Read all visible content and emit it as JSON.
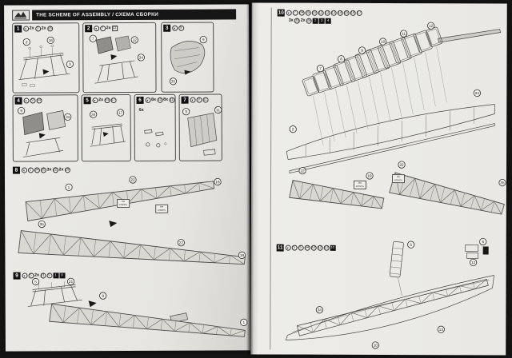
{
  "header": {
    "title": "THE SCHEME OF ASSEMBLY / СХЕМА СБОРКИ"
  },
  "note": {
    "line1": "Не",
    "line2": "клеить"
  },
  "steps": {
    "s1": {
      "num": "1",
      "icons": [
        {
          "k": "g"
        },
        {
          "k": "x",
          "v": "2x"
        },
        {
          "k": "c",
          "v": "3"
        },
        {
          "k": "x",
          "v": "2x"
        },
        {
          "k": "c",
          "v": "16"
        }
      ],
      "callouts": [
        "2",
        "16",
        "3"
      ]
    },
    "s2": {
      "num": "2",
      "icons": [
        {
          "k": "g"
        },
        {
          "k": "c",
          "v": "7"
        },
        {
          "k": "x",
          "v": "2x"
        },
        {
          "k": "s",
          "v": "12"
        }
      ],
      "callouts": [
        "7",
        "12",
        "34"
      ]
    },
    "s3": {
      "num": "3",
      "icons": [
        {
          "k": "g"
        },
        {
          "k": "c",
          "v": "9"
        }
      ],
      "callouts": [
        "9",
        "35"
      ]
    },
    "s4": {
      "num": "4",
      "icons": [
        {
          "k": "g"
        },
        {
          "k": "c",
          "v": "9"
        },
        {
          "k": "c",
          "v": "34"
        }
      ],
      "callouts": [
        "9",
        "34"
      ]
    },
    "s5": {
      "num": "5",
      "icons": [
        {
          "k": "g"
        },
        {
          "k": "x",
          "v": "2x"
        },
        {
          "k": "c",
          "v": "34"
        },
        {
          "k": "c",
          "v": "17"
        }
      ],
      "callouts": [
        "34",
        "17"
      ]
    },
    "s6": {
      "num": "6",
      "icons": [
        {
          "k": "g"
        },
        {
          "k": "x",
          "v": "8x"
        },
        {
          "k": "c",
          "v": "10"
        },
        {
          "k": "x",
          "v": "8x"
        },
        {
          "k": "c",
          "v": "11"
        }
      ],
      "label": "6x"
    },
    "s7": {
      "num": "7",
      "icons": [
        {
          "k": "g"
        },
        {
          "k": "c",
          "v": "9"
        },
        {
          "k": "c",
          "v": "11"
        }
      ],
      "callouts": [
        "9",
        "11"
      ]
    },
    "s8": {
      "num": "8",
      "icons": [
        {
          "k": "g"
        },
        {
          "k": "c",
          "v": "1"
        },
        {
          "k": "c",
          "v": "34"
        },
        {
          "k": "c",
          "v": "35"
        },
        {
          "k": "x",
          "v": "3x"
        },
        {
          "k": "c",
          "v": "22"
        },
        {
          "k": "x",
          "v": "2x"
        },
        {
          "k": "c",
          "v": "19"
        }
      ],
      "calloutsU": [
        "1",
        "22",
        "19"
      ],
      "calloutsL": [
        "35",
        "22",
        "19"
      ]
    },
    "s9": {
      "num": "9",
      "icons": [
        {
          "k": "g"
        },
        {
          "k": "c",
          "v": "5"
        },
        {
          "k": "x",
          "v": "2x"
        },
        {
          "k": "c",
          "v": "21"
        },
        {
          "k": "c",
          "v": "9"
        },
        {
          "k": "b",
          "v": "1"
        },
        {
          "k": "b",
          "v": "8"
        }
      ],
      "callouts": [
        "5",
        "21",
        "9",
        "1"
      ]
    },
    "s10": {
      "num": "10",
      "icons1": [
        {
          "k": "g"
        },
        {
          "k": "c",
          "v": "7"
        },
        {
          "k": "c",
          "v": "34"
        },
        {
          "k": "c",
          "v": "35"
        },
        {
          "k": "c",
          "v": "10"
        },
        {
          "k": "c",
          "v": "11"
        },
        {
          "k": "c",
          "v": "12"
        },
        {
          "k": "c",
          "v": "13"
        },
        {
          "k": "c",
          "v": "14"
        },
        {
          "k": "c",
          "v": "15"
        },
        {
          "k": "c",
          "v": "16"
        },
        {
          "k": "c",
          "v": "17"
        }
      ],
      "icons2": [
        {
          "k": "x",
          "v": "3x"
        },
        {
          "k": "c",
          "v": "30"
        },
        {
          "k": "x",
          "v": "2x"
        },
        {
          "k": "c",
          "v": "28"
        },
        {
          "k": "b",
          "v": "2"
        },
        {
          "k": "b",
          "v": "3"
        },
        {
          "k": "b",
          "v": "4"
        }
      ],
      "frameCallouts": [
        "7",
        "8",
        "9",
        "10",
        "11",
        "12"
      ],
      "hullCallouts": [
        "2",
        "34"
      ],
      "wingCallouts": [
        "22",
        "19",
        "22",
        "35"
      ]
    },
    "s11": {
      "num": "11",
      "icons": [
        {
          "k": "g"
        },
        {
          "k": "c",
          "v": "5"
        },
        {
          "k": "c",
          "v": "6"
        },
        {
          "k": "c",
          "v": "34"
        },
        {
          "k": "c",
          "v": "10"
        },
        {
          "k": "c",
          "v": "12"
        },
        {
          "k": "c",
          "v": "13"
        },
        {
          "k": "b",
          "v": "10"
        }
      ],
      "callouts": [
        "5",
        "6",
        "34",
        "10",
        "13",
        "12"
      ]
    }
  }
}
